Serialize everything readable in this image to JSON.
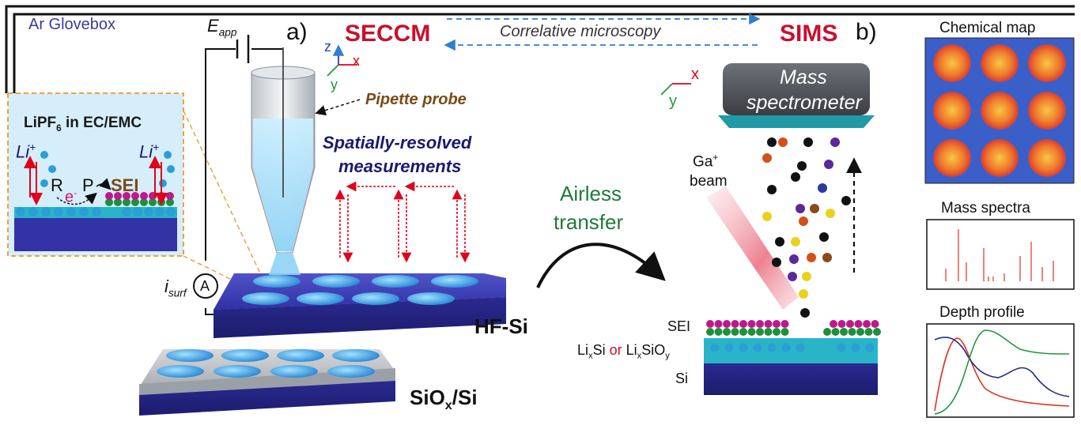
{
  "glovebox": {
    "label": "Ar Glovebox"
  },
  "seccm": {
    "title": "SECCM",
    "panel": "a)",
    "e_app": {
      "main": "E",
      "sub": "app"
    },
    "i_surf": {
      "main": "i",
      "sub": "surf"
    },
    "ammeter": "A",
    "pipette_label": "Pipette probe",
    "spatial_line1": "Spatially-resolved",
    "spatial_line2": "measurements",
    "axes": {
      "z": "z",
      "x": "x",
      "y": "y"
    },
    "samples": {
      "hf": "HF-Si",
      "siox_main": "SiO",
      "siox_sub": "x",
      "siox_rest": "/Si"
    }
  },
  "inset": {
    "electrolyte_main": "LiPF",
    "electrolyte_sub": "6",
    "electrolyte_rest": " in EC/EMC",
    "li_main": "Li",
    "li_sup": "+",
    "r": "R",
    "e_main": "e",
    "e_sup": "-",
    "p": "P",
    "sei": "SEI"
  },
  "link": {
    "label": "Correlative microscopy"
  },
  "transfer": {
    "line1": "Airless",
    "line2": "transfer"
  },
  "sims": {
    "title": "SIMS",
    "panel": "b)",
    "axes": {
      "x": "x",
      "y": "y"
    },
    "mass_spec_line1": "Mass",
    "mass_spec_line2": "spectrometer",
    "beam_main": "Ga",
    "beam_sup": "+",
    "beam_line2": "beam",
    "layers": {
      "sei": "SEI",
      "lisi_a": "Li",
      "lisi_a_sub": "x",
      "lisi_b": "Si",
      "or": "or",
      "lisio_a": "Li",
      "lisio_a_sub": "x",
      "lisio_b": "SiO",
      "lisio_b_sub": "y",
      "si": "Si"
    }
  },
  "outputs": {
    "chemical_map": "Chemical map",
    "mass_spectra": "Mass spectra",
    "depth_profile": "Depth profile"
  },
  "colors": {
    "title_red": "#c8102e",
    "navy_text": "#1a1a6e",
    "probe_brown": "#7a4a16",
    "transfer_green": "#1f7a3a",
    "substrate_blue": "#3a3aa8",
    "electrolyte_blue": "#cfeaf7",
    "li_ion": "#2a9fd6",
    "sei_magenta": "#c0188a",
    "sei_green": "#1e8f3c"
  },
  "icons": [
    "ammeter-icon",
    "voltage-source-icon",
    "pipette-icon",
    "mass-spectrometer-icon",
    "ion-beam-icon",
    "axes-icon"
  ]
}
